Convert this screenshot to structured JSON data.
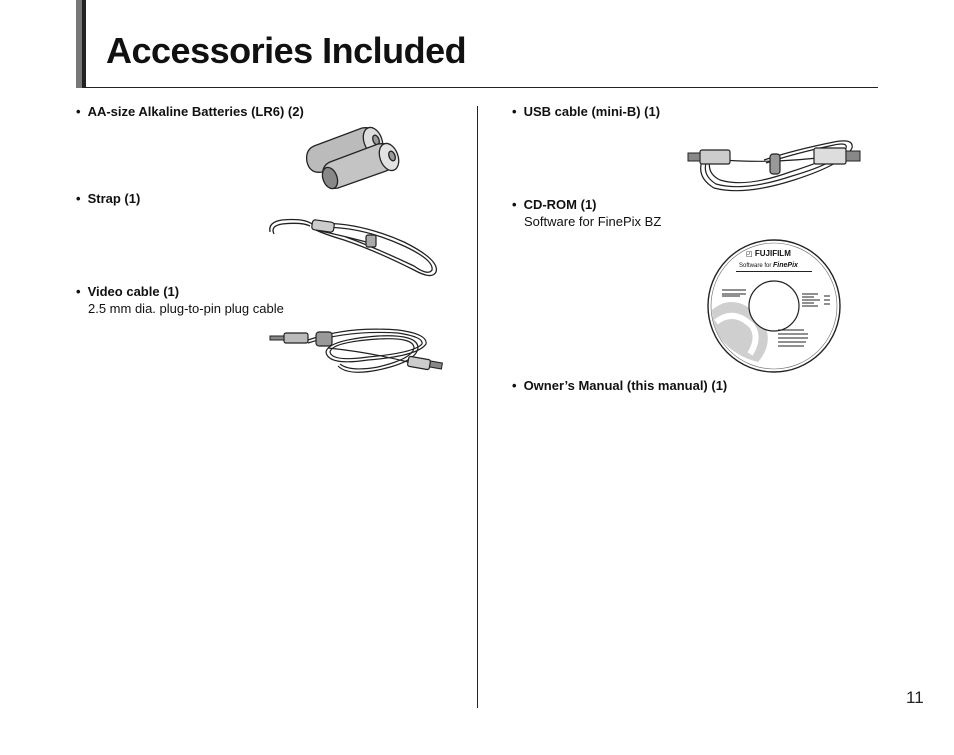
{
  "page": {
    "title": "Accessories Included",
    "page_number": "11"
  },
  "left_column": {
    "items": [
      {
        "label": "AA-size Alkaline Batteries (LR6) (2)",
        "description": ""
      },
      {
        "label": "Strap (1)",
        "description": ""
      },
      {
        "label": "Video cable (1)",
        "description": "2.5 mm dia. plug-to-pin plug cable"
      }
    ]
  },
  "right_column": {
    "items": [
      {
        "label": "USB cable (mini-B) (1)",
        "description": ""
      },
      {
        "label": "CD-ROM (1)",
        "description": "Software for FinePix BZ"
      },
      {
        "label": "Owner’s Manual (this manual) (1)",
        "description": ""
      }
    ]
  },
  "cd_label": {
    "brand": "FUJIFILM",
    "software_prefix": "Software for",
    "software_name": "FinePix"
  }
}
